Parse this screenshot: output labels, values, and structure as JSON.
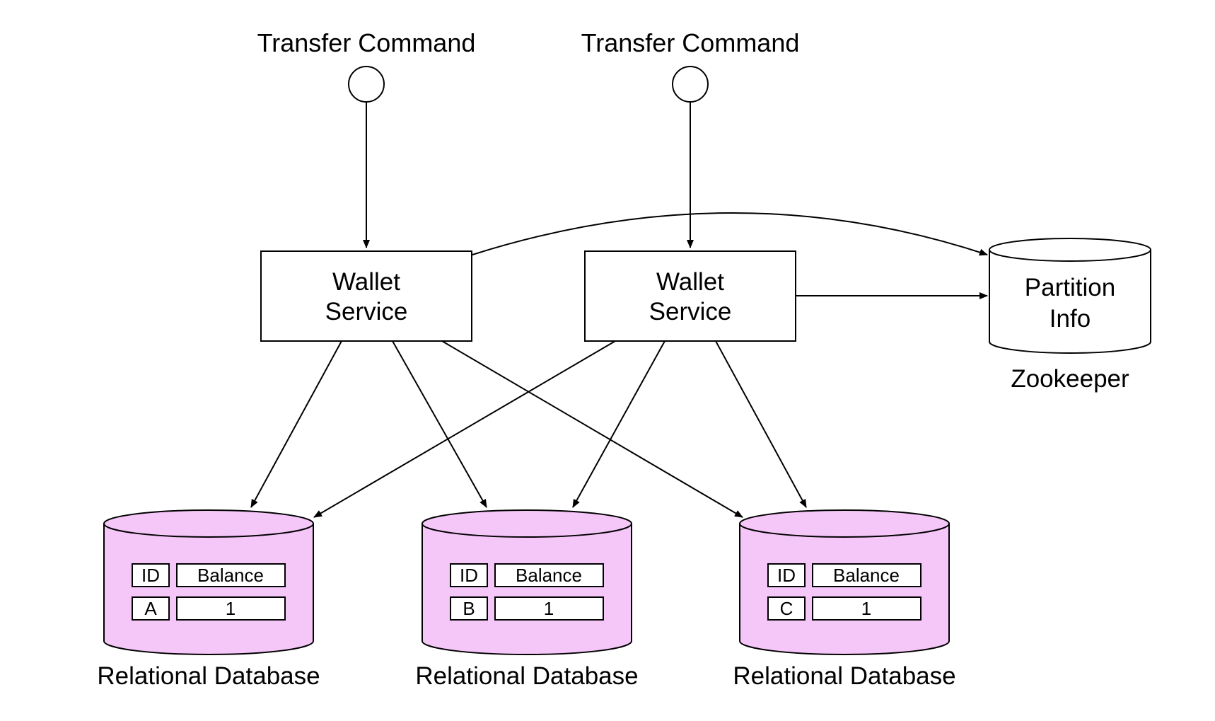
{
  "colors": {
    "background": "#ffffff",
    "stroke": "#000000",
    "database_fill": "#f5c6f8",
    "partition_fill": "#ffffff"
  },
  "commands": [
    {
      "label": "Transfer Command"
    },
    {
      "label": "Transfer Command"
    }
  ],
  "services": [
    {
      "line1": "Wallet",
      "line2": "Service"
    },
    {
      "line1": "Wallet",
      "line2": "Service"
    }
  ],
  "partition_store": {
    "line1": "Partition",
    "line2": "Info",
    "caption": "Zookeeper"
  },
  "databases": [
    {
      "caption": "Relational Database",
      "table": {
        "headers": [
          "ID",
          "Balance"
        ],
        "row": [
          "A",
          "1"
        ]
      }
    },
    {
      "caption": "Relational Database",
      "table": {
        "headers": [
          "ID",
          "Balance"
        ],
        "row": [
          "B",
          "1"
        ]
      }
    },
    {
      "caption": "Relational Database",
      "table": {
        "headers": [
          "ID",
          "Balance"
        ],
        "row": [
          "C",
          "1"
        ]
      }
    }
  ]
}
